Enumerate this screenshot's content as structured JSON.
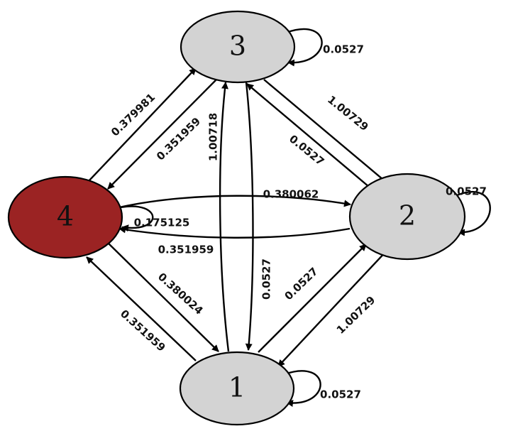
{
  "colors": {
    "node_default": "#d3d3d3",
    "node_highlight": "#9b2323",
    "edge": "#000000",
    "text": "#111111"
  },
  "nodes": [
    {
      "id": "3",
      "label": "3",
      "highlight": false
    },
    {
      "id": "2",
      "label": "2",
      "highlight": false
    },
    {
      "id": "4",
      "label": "4",
      "highlight": true
    },
    {
      "id": "1",
      "label": "1",
      "highlight": false
    }
  ],
  "edges": [
    {
      "from": "3",
      "to": "3",
      "label": "0.0527"
    },
    {
      "from": "2",
      "to": "2",
      "label": "0.0527"
    },
    {
      "from": "4",
      "to": "4",
      "label": "0.175125"
    },
    {
      "from": "1",
      "to": "1",
      "label": "0.0527"
    },
    {
      "from": "4",
      "to": "3",
      "label": "0.379981"
    },
    {
      "from": "3",
      "to": "4",
      "label": "0.351959"
    },
    {
      "from": "3",
      "to": "2",
      "label": "1.00729"
    },
    {
      "from": "2",
      "to": "3",
      "label": "0.0527"
    },
    {
      "from": "1",
      "to": "3",
      "label": "1.00718"
    },
    {
      "from": "3",
      "to": "1",
      "label": "0.0527"
    },
    {
      "from": "4",
      "to": "2",
      "label": "0.380062"
    },
    {
      "from": "2",
      "to": "4",
      "label": "0.351959"
    },
    {
      "from": "4",
      "to": "1",
      "label": "0.380024"
    },
    {
      "from": "1",
      "to": "4",
      "label": "0.351959"
    },
    {
      "from": "1",
      "to": "2",
      "label": "0.0527"
    },
    {
      "from": "2",
      "to": "1",
      "label": "1.00729"
    }
  ]
}
